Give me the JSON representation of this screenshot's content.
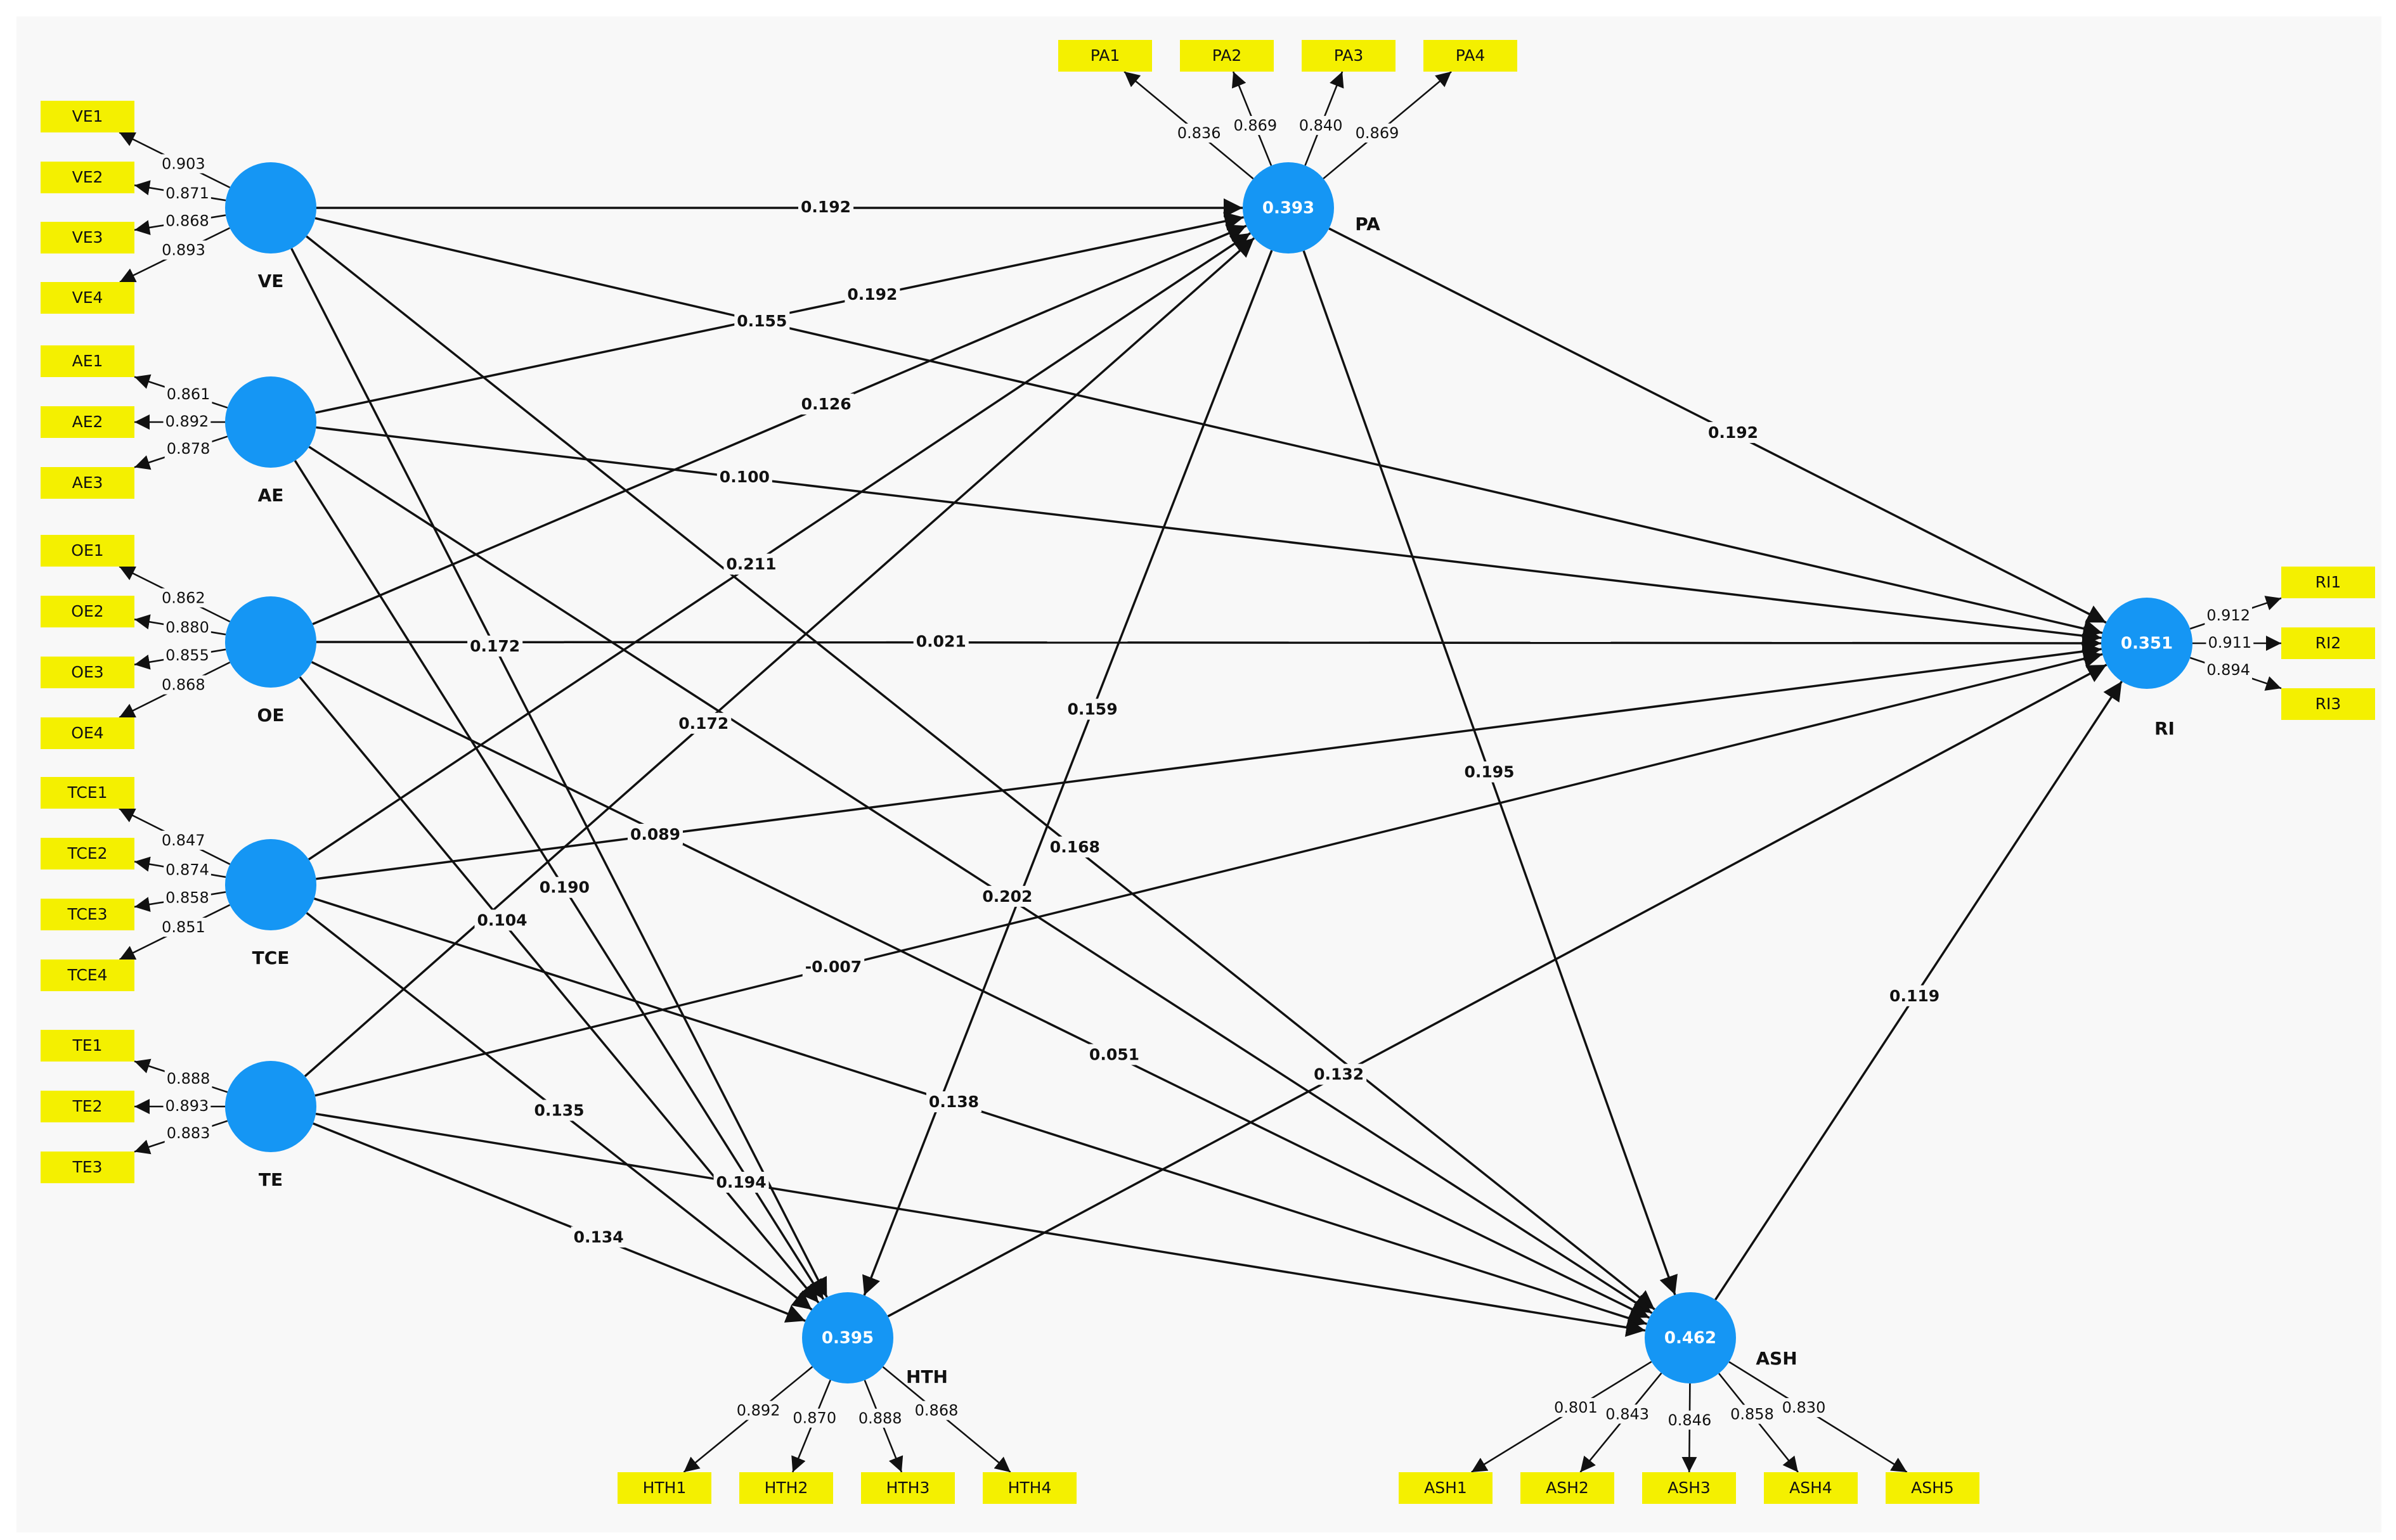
{
  "colors": {
    "construct": "#1596f4",
    "indicator": "#f4f000",
    "line": "#111111",
    "panel": "#f8f8f8"
  },
  "constructs": [
    {
      "id": "VE",
      "label": "VE",
      "r2": ""
    },
    {
      "id": "AE",
      "label": "AE",
      "r2": ""
    },
    {
      "id": "OE",
      "label": "OE",
      "r2": ""
    },
    {
      "id": "TCE",
      "label": "TCE",
      "r2": ""
    },
    {
      "id": "TE",
      "label": "TE",
      "r2": ""
    },
    {
      "id": "PA",
      "label": "PA",
      "r2": "0.393"
    },
    {
      "id": "HTH",
      "label": "HTH",
      "r2": "0.395"
    },
    {
      "id": "ASH",
      "label": "ASH",
      "r2": "0.462"
    },
    {
      "id": "RI",
      "label": "RI",
      "r2": "0.351"
    }
  ],
  "paths": [
    {
      "from": "VE",
      "to": "PA",
      "coef": "0.192"
    },
    {
      "from": "VE",
      "to": "RI",
      "coef": "0.155"
    },
    {
      "from": "VE",
      "to": "ASH",
      "coef": "0.168"
    },
    {
      "from": "VE",
      "to": "HTH",
      "coef": "0.172"
    },
    {
      "from": "AE",
      "to": "PA",
      "coef": "0.192"
    },
    {
      "from": "AE",
      "to": "RI",
      "coef": "0.100"
    },
    {
      "from": "AE",
      "to": "ASH",
      "coef": "0.202"
    },
    {
      "from": "AE",
      "to": "HTH",
      "coef": "0.190"
    },
    {
      "from": "OE",
      "to": "PA",
      "coef": "0.126"
    },
    {
      "from": "OE",
      "to": "RI",
      "coef": "0.021"
    },
    {
      "from": "OE",
      "to": "ASH",
      "coef": "0.051"
    },
    {
      "from": "OE",
      "to": "HTH",
      "coef": "0.104"
    },
    {
      "from": "TCE",
      "to": "PA",
      "coef": "0.211"
    },
    {
      "from": "TCE",
      "to": "RI",
      "coef": "0.089"
    },
    {
      "from": "TCE",
      "to": "ASH",
      "coef": "0.138"
    },
    {
      "from": "TCE",
      "to": "HTH",
      "coef": "0.135"
    },
    {
      "from": "TE",
      "to": "PA",
      "coef": "0.172"
    },
    {
      "from": "TE",
      "to": "RI",
      "coef": "-0.007"
    },
    {
      "from": "TE",
      "to": "ASH",
      "coef": "0.194"
    },
    {
      "from": "TE",
      "to": "HTH",
      "coef": "0.134"
    },
    {
      "from": "PA",
      "to": "RI",
      "coef": "0.192"
    },
    {
      "from": "PA",
      "to": "ASH",
      "coef": "0.195"
    },
    {
      "from": "PA",
      "to": "HTH",
      "coef": "0.159"
    },
    {
      "from": "HTH",
      "to": "RI",
      "coef": "0.132"
    },
    {
      "from": "ASH",
      "to": "RI",
      "coef": "0.119"
    }
  ],
  "indicators": [
    {
      "name": "VE1",
      "construct": "VE",
      "loading": "0.903"
    },
    {
      "name": "VE2",
      "construct": "VE",
      "loading": "0.871"
    },
    {
      "name": "VE3",
      "construct": "VE",
      "loading": "0.868"
    },
    {
      "name": "VE4",
      "construct": "VE",
      "loading": "0.893"
    },
    {
      "name": "AE1",
      "construct": "AE",
      "loading": "0.861"
    },
    {
      "name": "AE2",
      "construct": "AE",
      "loading": "0.892"
    },
    {
      "name": "AE3",
      "construct": "AE",
      "loading": "0.878"
    },
    {
      "name": "OE1",
      "construct": "OE",
      "loading": "0.862"
    },
    {
      "name": "OE2",
      "construct": "OE",
      "loading": "0.880"
    },
    {
      "name": "OE3",
      "construct": "OE",
      "loading": "0.855"
    },
    {
      "name": "OE4",
      "construct": "OE",
      "loading": "0.868"
    },
    {
      "name": "TCE1",
      "construct": "TCE",
      "loading": "0.847"
    },
    {
      "name": "TCE2",
      "construct": "TCE",
      "loading": "0.874"
    },
    {
      "name": "TCE3",
      "construct": "TCE",
      "loading": "0.858"
    },
    {
      "name": "TCE4",
      "construct": "TCE",
      "loading": "0.851"
    },
    {
      "name": "TE1",
      "construct": "TE",
      "loading": "0.888"
    },
    {
      "name": "TE2",
      "construct": "TE",
      "loading": "0.893"
    },
    {
      "name": "TE3",
      "construct": "TE",
      "loading": "0.883"
    },
    {
      "name": "PA1",
      "construct": "PA",
      "loading": "0.836"
    },
    {
      "name": "PA2",
      "construct": "PA",
      "loading": "0.869"
    },
    {
      "name": "PA3",
      "construct": "PA",
      "loading": "0.840"
    },
    {
      "name": "PA4",
      "construct": "PA",
      "loading": "0.869"
    },
    {
      "name": "RI1",
      "construct": "RI",
      "loading": "0.912"
    },
    {
      "name": "RI2",
      "construct": "RI",
      "loading": "0.911"
    },
    {
      "name": "RI3",
      "construct": "RI",
      "loading": "0.894"
    },
    {
      "name": "HTH1",
      "construct": "HTH",
      "loading": "0.892"
    },
    {
      "name": "HTH2",
      "construct": "HTH",
      "loading": "0.870"
    },
    {
      "name": "HTH3",
      "construct": "HTH",
      "loading": "0.888"
    },
    {
      "name": "HTH4",
      "construct": "HTH",
      "loading": "0.868"
    },
    {
      "name": "ASH1",
      "construct": "ASH",
      "loading": "0.801"
    },
    {
      "name": "ASH2",
      "construct": "ASH",
      "loading": "0.843"
    },
    {
      "name": "ASH3",
      "construct": "ASH",
      "loading": "0.846"
    },
    {
      "name": "ASH4",
      "construct": "ASH",
      "loading": "0.858"
    },
    {
      "name": "ASH5",
      "construct": "ASH",
      "loading": "0.830"
    }
  ]
}
